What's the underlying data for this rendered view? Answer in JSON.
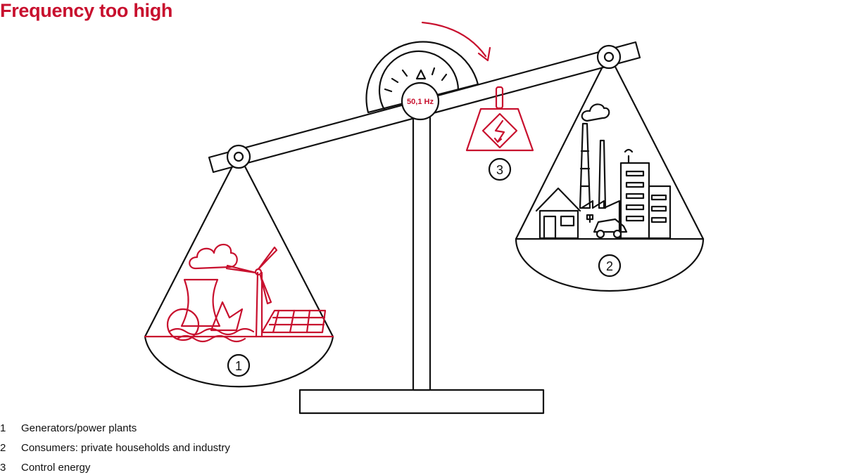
{
  "title": "Frequency too high",
  "gauge": {
    "reading": "50,1 Hz"
  },
  "markers": {
    "generators": "1",
    "consumers": "2",
    "control": "3"
  },
  "legend": [
    {
      "num": "1",
      "text": "Generators/power plants"
    },
    {
      "num": "2",
      "text": "Consumers: private households and industry"
    },
    {
      "num": "3",
      "text": "Control energy"
    }
  ],
  "colors": {
    "accent": "#c8102e",
    "line": "#111111"
  }
}
